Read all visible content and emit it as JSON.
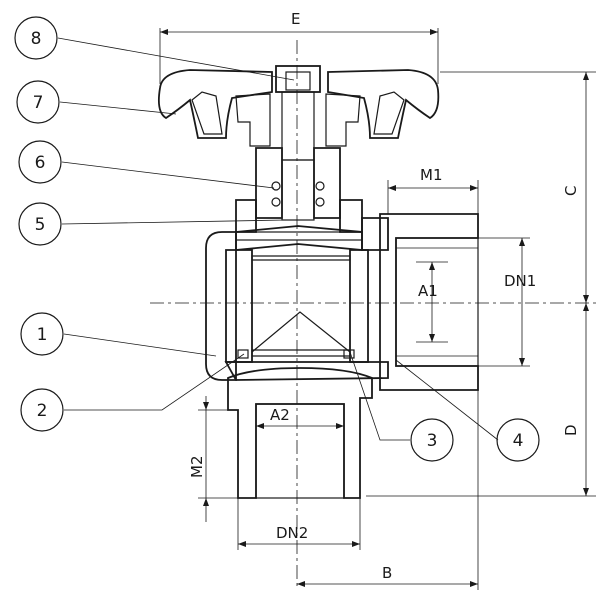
{
  "callouts": [
    {
      "label": "8"
    },
    {
      "label": "7"
    },
    {
      "label": "6"
    },
    {
      "label": "5"
    },
    {
      "label": "1"
    },
    {
      "label": "2"
    },
    {
      "label": "3"
    },
    {
      "label": "4"
    }
  ],
  "dimensions": {
    "E": "E",
    "M1": "M1",
    "A1": "A1",
    "DN1": "DN1",
    "C": "C",
    "D": "D",
    "A2": "A2",
    "M2": "M2",
    "DN2": "DN2",
    "B": "B"
  },
  "colors": {
    "ink": "#1a1a1a",
    "background": "#ffffff"
  }
}
